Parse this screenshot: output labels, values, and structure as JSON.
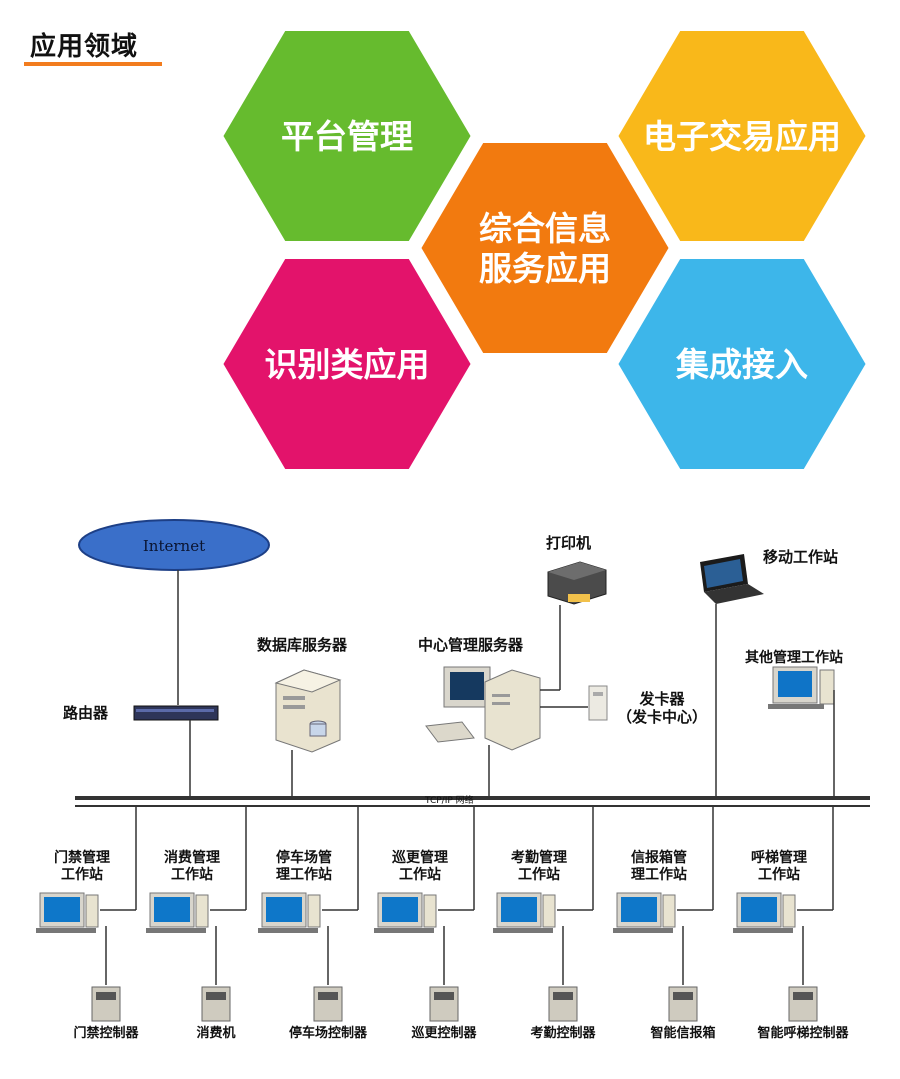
{
  "section": {
    "title": "应用领域"
  },
  "hexagons": [
    {
      "lines": [
        "平台管理"
      ],
      "color": "#66bb2e"
    },
    {
      "lines": [
        "电子交易应用"
      ],
      "color": "#f9b81a"
    },
    {
      "lines": [
        "综合信息",
        "服务应用"
      ],
      "color": "#f27a0f"
    },
    {
      "lines": [
        "识别类应用"
      ],
      "color": "#e3136b"
    },
    {
      "lines": [
        "集成接入"
      ],
      "color": "#3db6ea"
    }
  ],
  "network": {
    "internet": "Internet",
    "router": "路由器",
    "db_server": "数据库服务器",
    "central_server": "中心管理服务器",
    "printer": "打印机",
    "card_issuer": [
      "发卡器",
      "（发卡中心）"
    ],
    "mobile_station": "移动工作站",
    "other_station": "其他管理工作站",
    "bus_label": "TCP/IP 网络",
    "stations": [
      {
        "lines": [
          "门禁管理",
          "工作站"
        ],
        "device": "门禁控制器"
      },
      {
        "lines": [
          "消费管理",
          "工作站"
        ],
        "device": "消费机"
      },
      {
        "lines": [
          "停车场管",
          "理工作站"
        ],
        "device": "停车场控制器"
      },
      {
        "lines": [
          "巡更管理",
          "工作站"
        ],
        "device": "巡更控制器"
      },
      {
        "lines": [
          "考勤管理",
          "工作站"
        ],
        "device": "考勤控制器"
      },
      {
        "lines": [
          "信报箱管",
          "理工作站"
        ],
        "device": "智能信报箱"
      },
      {
        "lines": [
          "呼梯管理",
          "工作站"
        ],
        "device": "智能呼梯控制器"
      }
    ]
  }
}
